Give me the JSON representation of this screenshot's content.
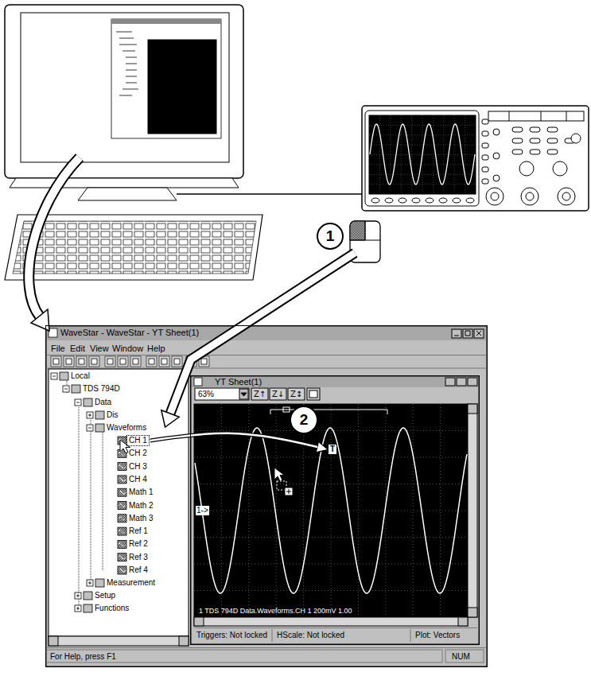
{
  "diagram": {
    "nodes": [
      {
        "text": [
          "1"
        ]
      },
      {
        "text": [
          "WaveStar - WaveStar - YT Sheet(1)"
        ]
      },
      {
        "text": [
          "YT Sheet(1)"
        ],
        "in": 1
      },
      {
        "text": [
          "2"
        ]
      },
      {
        "text": [
          "CH 1"
        ],
        "in": 1
      },
      {
        "text": [
          "T"
        ],
        "in": 2
      }
    ],
    "edges": [
      {
        "from": 4,
        "to": 5,
        "arrow": "to"
      }
    ],
    "labels": [
      "File",
      "Edit",
      "View",
      "Window",
      "Help",
      "Local",
      "TDS 794D",
      "Data",
      "Dis",
      "Waveforms",
      "CH 2",
      "CH 3",
      "CH 4",
      "Math 1",
      "Math 2",
      "Math 3",
      "Ref 1",
      "Ref 2",
      "Ref 3",
      "Ref 4",
      "Measurement",
      "Setup",
      "Functions",
      "63%",
      "Z↑",
      "Z↓",
      "Z↕",
      "1->",
      "1 TDS 794D Data.Waveforms.CH 1 200mV 1.00",
      "Triggers: Not locked",
      "HScale: Not locked",
      "Plot: Vectors",
      "For Help, press F1",
      "NUM"
    ]
  }
}
